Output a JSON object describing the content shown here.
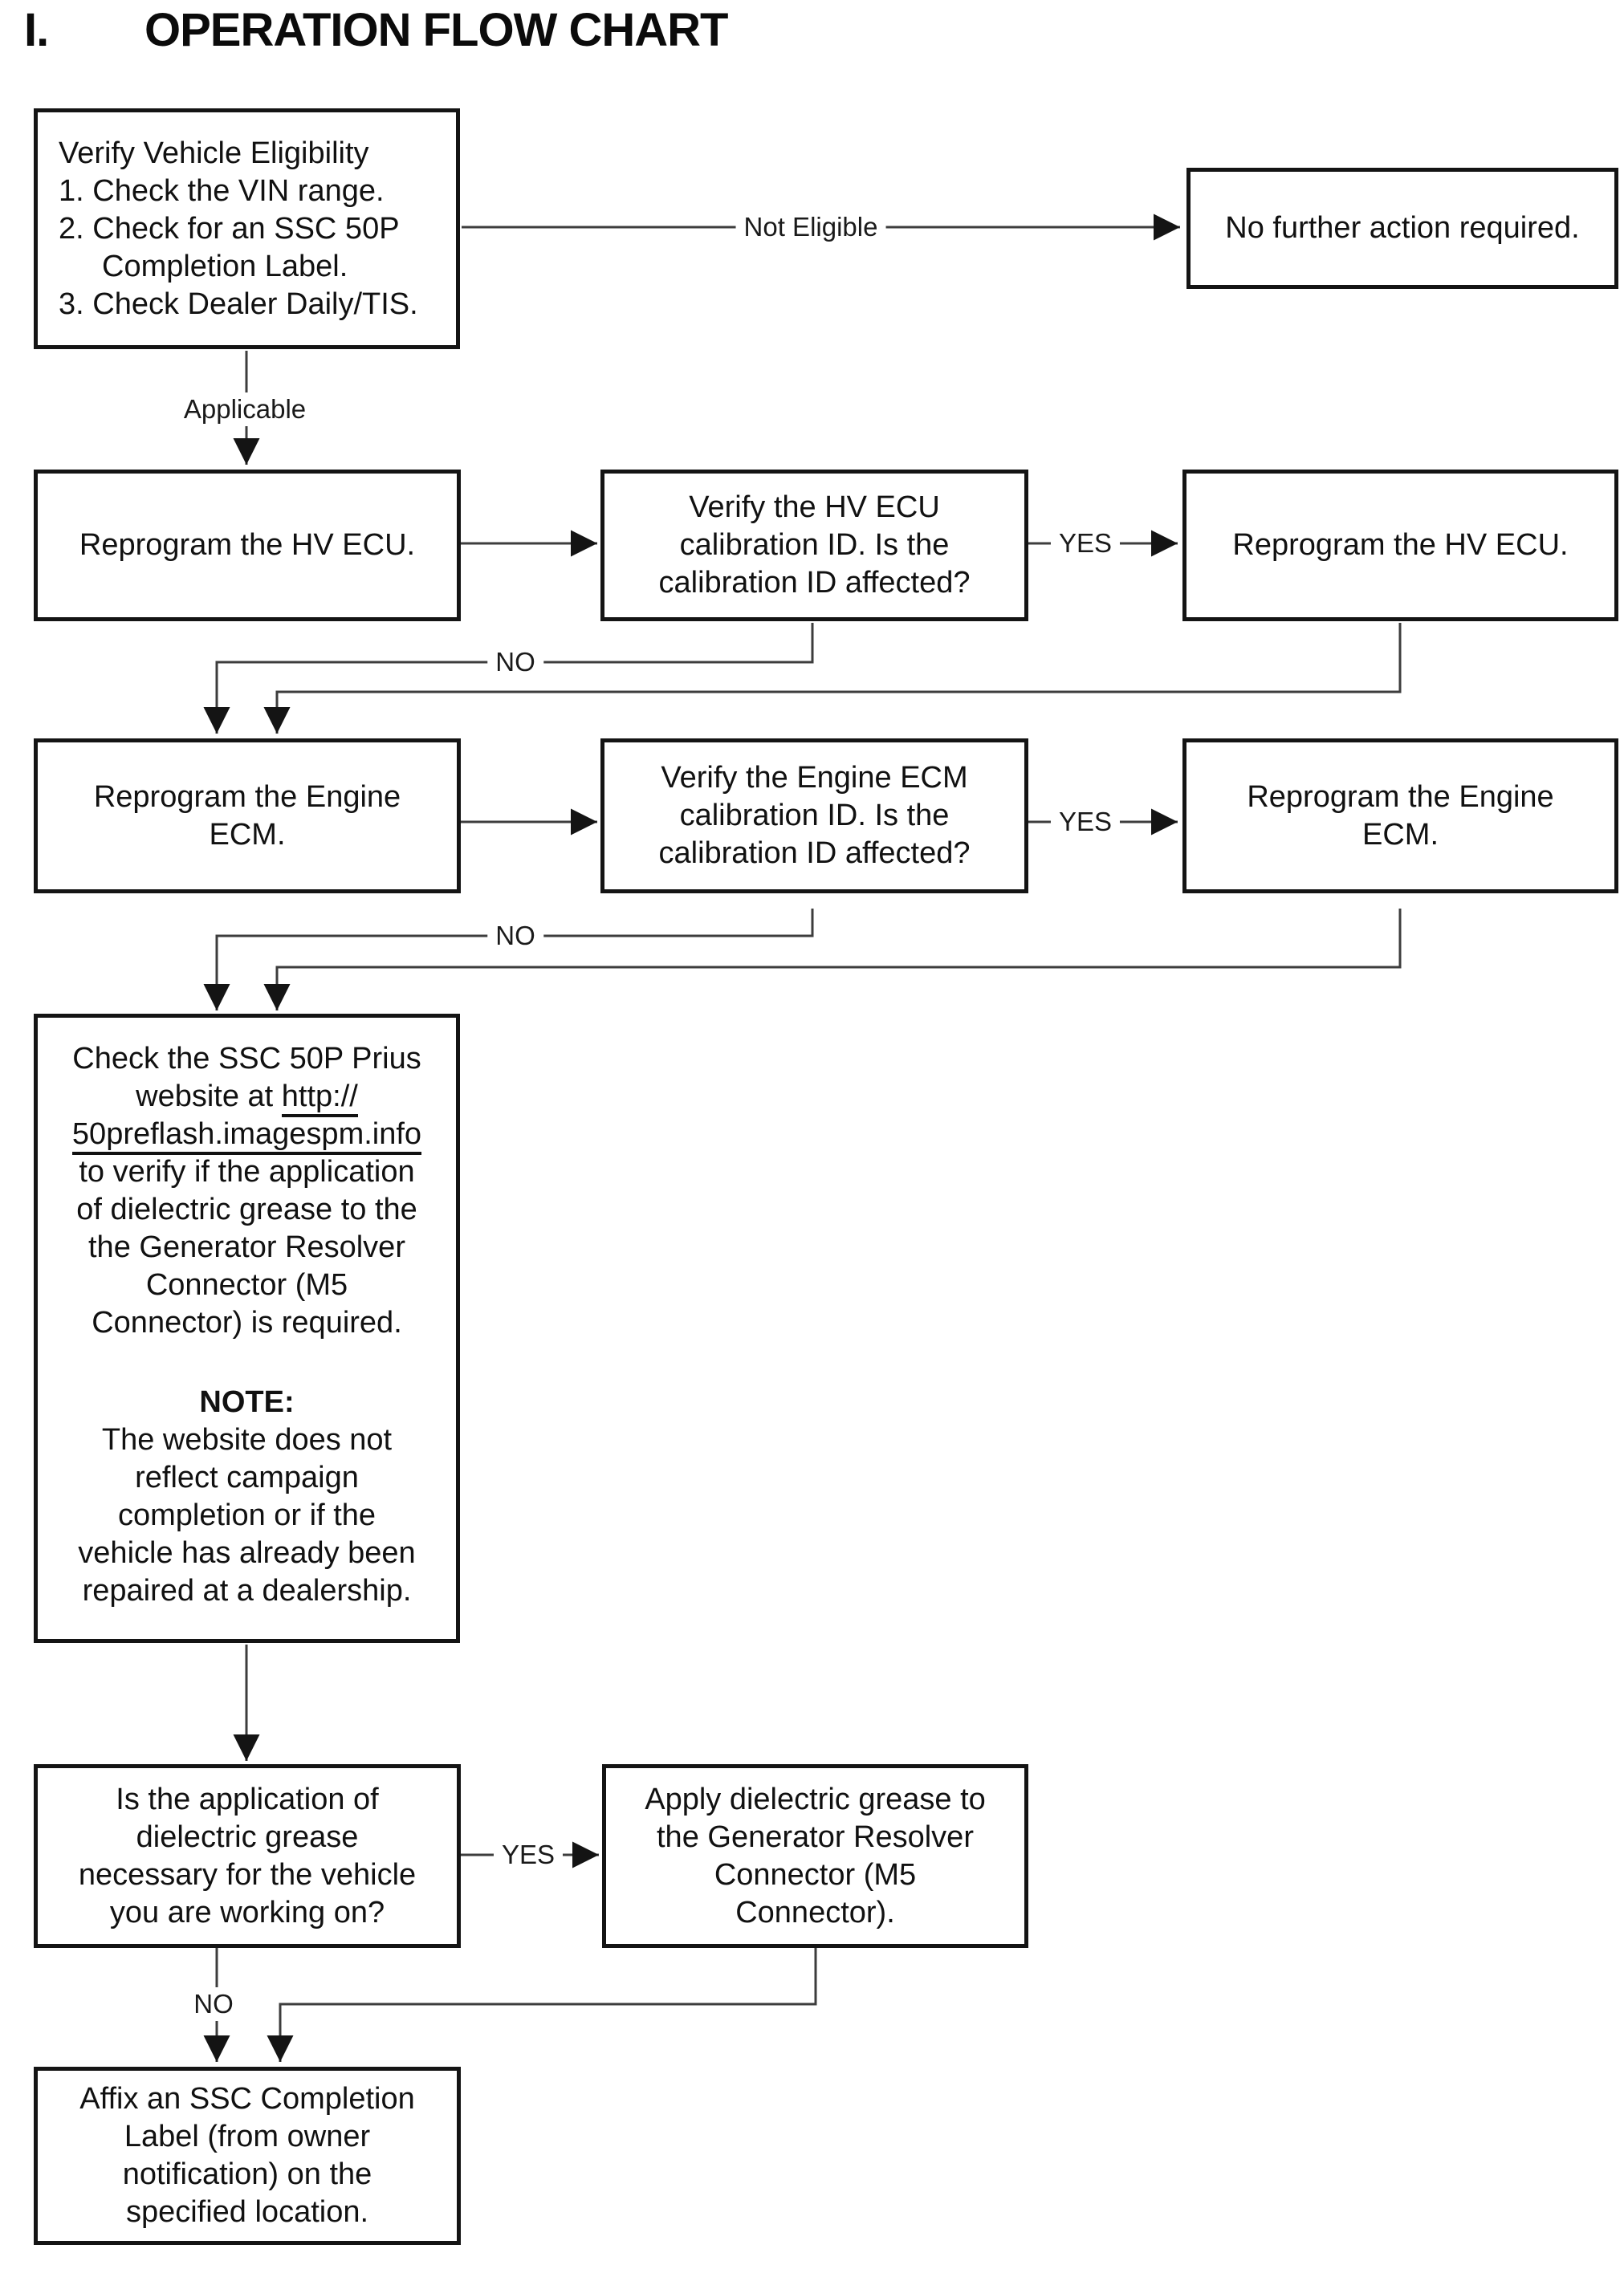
{
  "title": {
    "numeral": "I.",
    "text": "OPERATION FLOW CHART"
  },
  "nodes": {
    "eligibility": {
      "lines": [
        "Verify Vehicle Eligibility",
        "1. Check the VIN range.",
        "2. Check for an SSC 50P",
        "Completion Label.",
        "3. Check Dealer Daily/TIS."
      ]
    },
    "no_action": {
      "lines": [
        "No further action required."
      ]
    },
    "reprogram_hv_1": {
      "lines": [
        "Reprogram the HV ECU."
      ]
    },
    "verify_hv": {
      "lines": [
        "Verify the HV ECU",
        "calibration ID. Is the",
        "calibration ID affected?"
      ]
    },
    "reprogram_hv_2": {
      "lines": [
        "Reprogram the HV ECU."
      ]
    },
    "reprogram_ecm_1": {
      "lines": [
        "Reprogram the Engine",
        "ECM."
      ]
    },
    "verify_ecm": {
      "lines": [
        "Verify the Engine ECM",
        "calibration ID. Is the",
        "calibration ID affected?"
      ]
    },
    "reprogram_ecm_2": {
      "lines": [
        "Reprogram the Engine",
        "ECM."
      ]
    },
    "check_website": {
      "l1": "Check the SSC 50P Prius",
      "l2_text": "website at ",
      "l2_link": "http://",
      "l3_link": "50preflash.imagespm.info",
      "l4": "to verify if the application",
      "l5": "of dielectric grease to the",
      "l6": "the Generator Resolver",
      "l7": "Connector (M5",
      "l8": "Connector) is required.",
      "note_heading": "NOTE:",
      "n1": "The website does not",
      "n2": "reflect campaign",
      "n3": "completion or if the",
      "n4": "vehicle has already been",
      "n5": "repaired at a dealership."
    },
    "grease_question": {
      "lines": [
        "Is the application of",
        "dielectric grease",
        "necessary for the vehicle",
        "you are working on?"
      ]
    },
    "apply_grease": {
      "lines": [
        "Apply dielectric grease to",
        "the Generator Resolver",
        "Connector (M5",
        "Connector)."
      ]
    },
    "affix_label": {
      "lines": [
        "Affix an SSC Completion",
        "Label (from owner",
        "notification) on the",
        "specified location."
      ]
    }
  },
  "edge_labels": {
    "not_eligible": "Not Eligible",
    "applicable": "Applicable",
    "yes_hv": "YES",
    "no_hv": "NO",
    "yes_ecm": "YES",
    "no_ecm": "NO",
    "yes_grease": "YES",
    "no_grease": "NO"
  },
  "colors": {
    "border": "#141414",
    "line": "#3d3d3d",
    "text": "#111111",
    "background": "#ffffff"
  }
}
